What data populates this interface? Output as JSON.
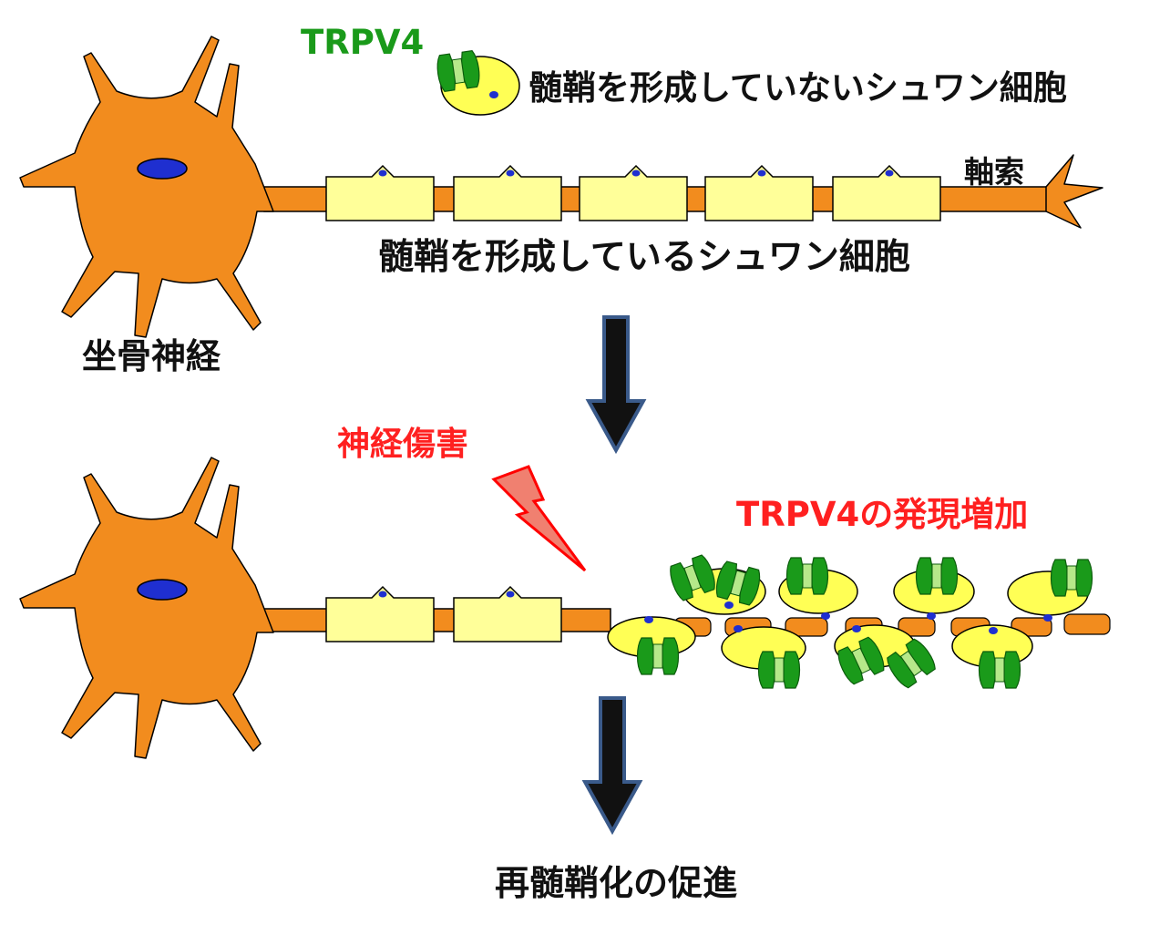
{
  "labels": {
    "trpv4": "TRPV4",
    "nonmyelinating": "髄鞘を形成していないシュワン細胞",
    "axon": "軸索",
    "myelinating": "髄鞘を形成しているシュワン細胞",
    "sciatic": "坐骨神経",
    "injury": "神経傷害",
    "expression": "TRPV4の発現増加",
    "result": "再髄鞘化の促進"
  },
  "colors": {
    "neuron": "#f28c1e",
    "schwann": "#ffff99",
    "schwann_dedifferentiated": "#ffff55",
    "channel": "#1a9a1a",
    "channel_light": "#b6e88a",
    "nucleus": "#1f2fd0",
    "arrow_fill": "#111111",
    "arrow_border": "#3a5a8a",
    "trpv4_label": "#1a9a1a",
    "injury_label": "#ff2020",
    "bolt_fill": "#f08070",
    "bolt_stroke": "#ff0000",
    "text": "#111111"
  },
  "icons": [
    "lightning-bolt-icon",
    "down-arrow-icon",
    "trpv4-channel-icon"
  ]
}
